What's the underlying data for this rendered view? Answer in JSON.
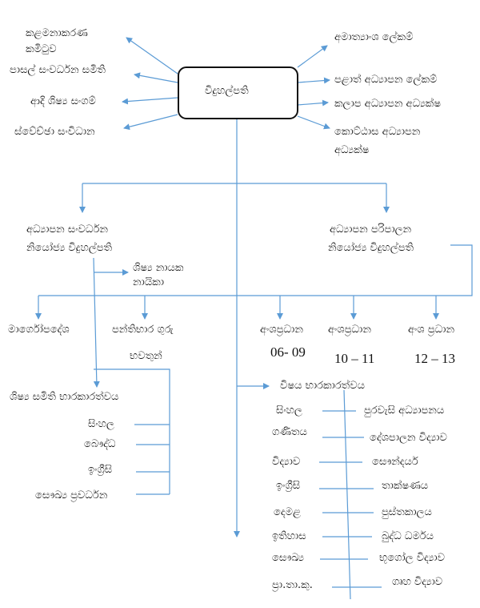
{
  "colors": {
    "line": "#5b9bd5",
    "text": "#111111"
  },
  "principal": "විදුහල්පති",
  "left_bodies": [
    "කළමනාකරණ",
    "කමිටුව",
    "පාසල් සංවර්ධන සමිති",
    "ආදි ශිෂ්‍ය සංගම්",
    "ස්වේච්ඡා සංවිධාන"
  ],
  "right_authorities": [
    "අමාත්‍යාංශ ලේකම්",
    "පළාත් අධ්‍යාපන ලේකම්",
    "කලාප අධ්‍යාපන අධ්‍යක්ෂ",
    "කොට්ඨාස අධ්‍යාපන",
    "අධ්‍යක්ෂ"
  ],
  "deputy_dev": [
    "අධ්‍යාපන සංවර්ධන",
    "නියෝජ්‍ය විදුහල්පති"
  ],
  "deputy_admin": [
    "අධ්‍යාපන පරිපාලන",
    "නියෝජ්‍ය විදුහල්පති"
  ],
  "prefects": [
    "ශිෂ්‍ය නායක",
    "නායිකා"
  ],
  "guidance": "මාර්ගෝපදේශ",
  "class_teachers": [
    "පන්තිභාර ගුරු",
    "භවතුන්"
  ],
  "sections": [
    {
      "label": "අංශප්‍රධාන",
      "grades": "06- 09"
    },
    {
      "label": "අංශප්‍රධාන",
      "grades": "10 – 11"
    },
    {
      "label": "අංශ ප්‍රධාන",
      "grades": "12 – 13"
    }
  ],
  "student_societies": {
    "title": "ශිෂ්‍ය සමිති භාරකාරත්වය",
    "items": [
      "සිංහල",
      "බෞද්ධ",
      "ඉංග්‍රීසි",
      "සෞඛ්‍ය ප්‍රවර්ධන"
    ]
  },
  "subjects": {
    "title": "විෂය භාරකාරත්වය",
    "left": [
      "සිංහල",
      "ගණිතය",
      "විද්‍යාව",
      "ඉංග්‍රීසි",
      "දෙමළ",
      "ඉතිහාස",
      "සෞඛ්‍ය",
      "ප්‍රා.තා.කු."
    ],
    "right": [
      "පුරවැසි අධ්‍යාපනය",
      "දේශපාලන විද්‍යාව",
      "සෞන්දර්ය",
      "තාක්ෂණය",
      "පුස්තකාලය",
      "බුද්ධ ධර්මය",
      "භූගෝල විද්‍යාව",
      "ගෘහ විද්‍යාව"
    ]
  }
}
